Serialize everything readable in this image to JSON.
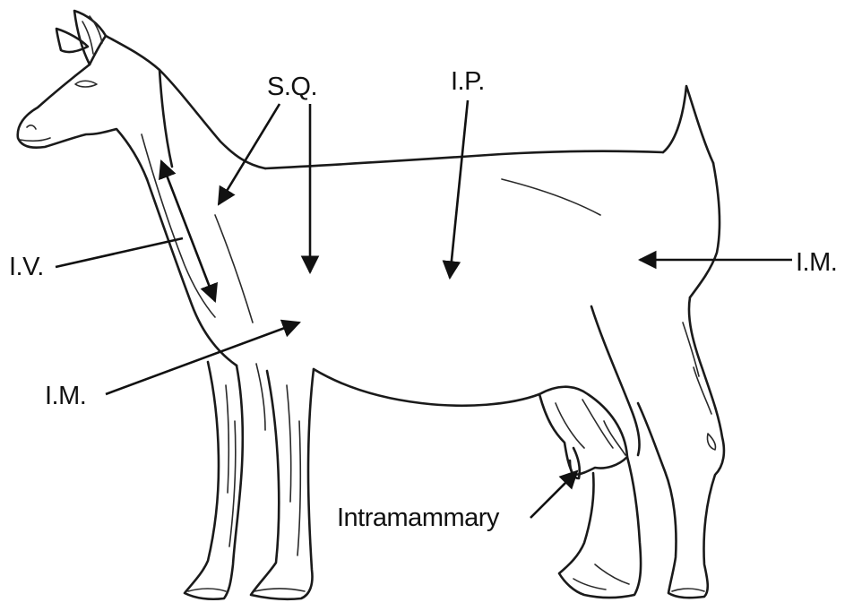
{
  "diagram": {
    "labels": {
      "sq": "S.Q.",
      "ip": "I.P.",
      "iv": "I.V.",
      "im_front": "I.M.",
      "im_rear": "I.M.",
      "intramammary": "Intramammary"
    },
    "colors": {
      "ink": "#111111",
      "background": "#ffffff"
    }
  }
}
